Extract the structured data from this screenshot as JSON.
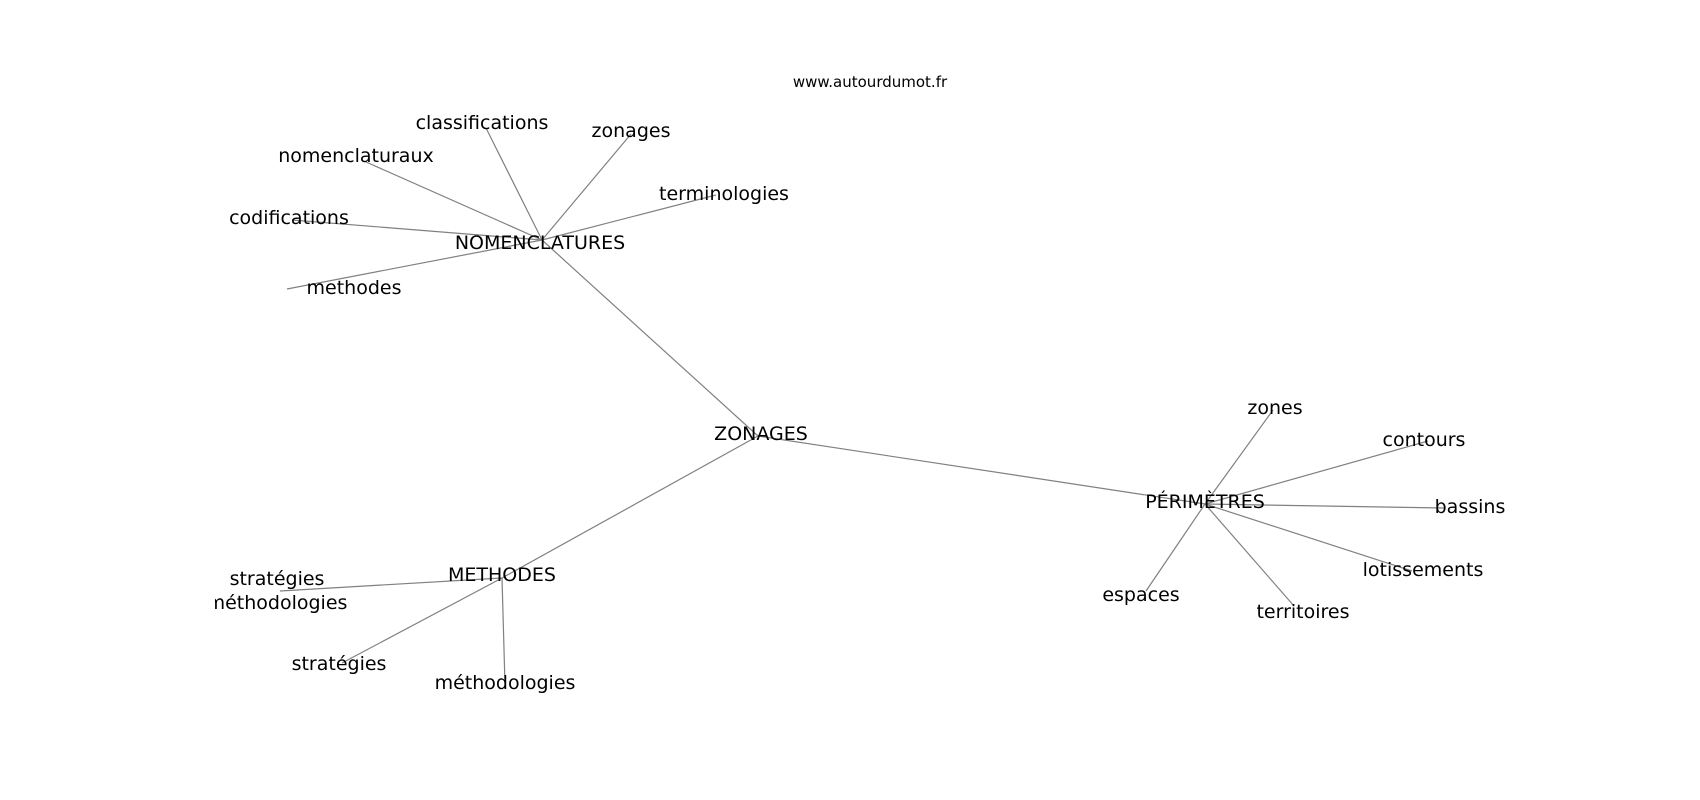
{
  "site": "www.autourdumot.fr",
  "nodes": [
    {
      "id": "zonages_center",
      "label": "ZONAGES"
    },
    {
      "id": "nomenclatures",
      "label": "NOMENCLATURES"
    },
    {
      "id": "methodes_hub",
      "label": "METHODES"
    },
    {
      "id": "perimetres",
      "label": "PÉRIMÈTRES"
    },
    {
      "id": "classifications",
      "label": "classifications"
    },
    {
      "id": "zonages_leaf",
      "label": "zonages"
    },
    {
      "id": "nomenclaturaux",
      "label": "nomenclaturaux"
    },
    {
      "id": "terminologies",
      "label": "terminologies"
    },
    {
      "id": "codifications",
      "label": "codifications"
    },
    {
      "id": "methodes_leaf",
      "label": "methodes"
    },
    {
      "id": "strategies_methodologies",
      "label": "stratégies méthodologies"
    },
    {
      "id": "strategies",
      "label": "stratégies"
    },
    {
      "id": "methodologies",
      "label": "méthodologies"
    },
    {
      "id": "zones",
      "label": "zones"
    },
    {
      "id": "contours",
      "label": "contours"
    },
    {
      "id": "bassins",
      "label": "bassins"
    },
    {
      "id": "lotissements",
      "label": "lotissements"
    },
    {
      "id": "espaces",
      "label": "espaces"
    },
    {
      "id": "territoires",
      "label": "territoires"
    }
  ],
  "edges": [
    [
      "zonages_center",
      "nomenclatures"
    ],
    [
      "zonages_center",
      "methodes_hub"
    ],
    [
      "zonages_center",
      "perimetres"
    ],
    [
      "nomenclatures",
      "classifications"
    ],
    [
      "nomenclatures",
      "zonages_leaf"
    ],
    [
      "nomenclatures",
      "nomenclaturaux"
    ],
    [
      "nomenclatures",
      "terminologies"
    ],
    [
      "nomenclatures",
      "codifications"
    ],
    [
      "nomenclatures",
      "methodes_leaf"
    ],
    [
      "methodes_hub",
      "strategies_methodologies"
    ],
    [
      "methodes_hub",
      "strategies"
    ],
    [
      "methodes_hub",
      "methodologies"
    ],
    [
      "perimetres",
      "zones"
    ],
    [
      "perimetres",
      "contours"
    ],
    [
      "perimetres",
      "bassins"
    ],
    [
      "perimetres",
      "lotissements"
    ],
    [
      "perimetres",
      "espaces"
    ],
    [
      "perimetres",
      "territoires"
    ]
  ]
}
